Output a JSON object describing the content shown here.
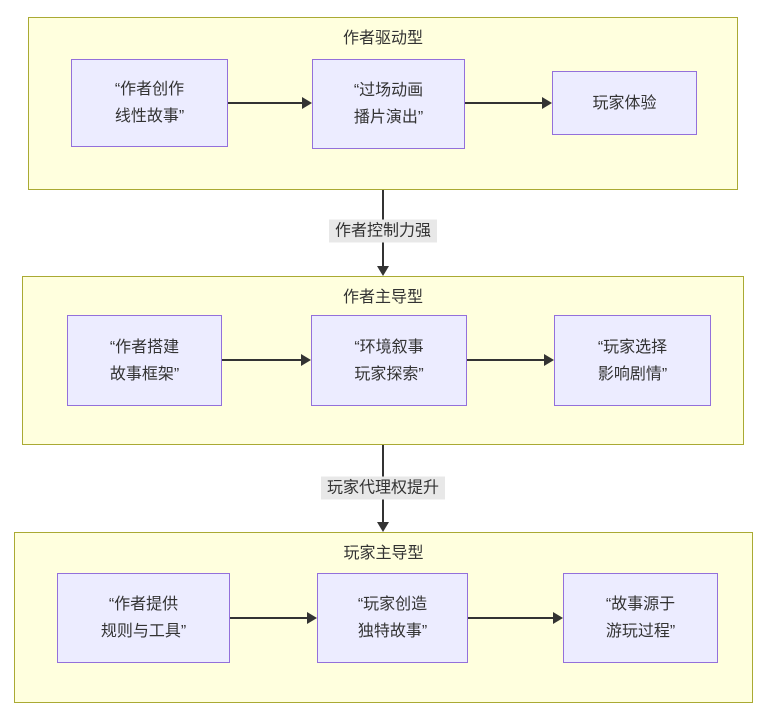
{
  "diagram": {
    "type": "flowchart-with-subgraphs",
    "colors": {
      "cluster_fill": "#ffffde",
      "cluster_border": "#aaaa33",
      "node_fill": "#ECECFF",
      "node_border": "#9370DB",
      "edge_label_bg": "#e8e8e8",
      "line": "#333333",
      "text": "#333333"
    },
    "sections": [
      {
        "title": "作者驱动型",
        "nodes": [
          {
            "lines": [
              "“作者创作",
              "线性故事”"
            ]
          },
          {
            "lines": [
              "“过场动画",
              "播片演出”"
            ]
          },
          {
            "lines": [
              "玩家体验"
            ]
          }
        ]
      },
      {
        "title": "作者主导型",
        "nodes": [
          {
            "lines": [
              "“作者搭建",
              "故事框架”"
            ]
          },
          {
            "lines": [
              "“环境叙事",
              "玩家探索”"
            ]
          },
          {
            "lines": [
              "“玩家选择",
              "影响剧情”"
            ]
          }
        ]
      },
      {
        "title": "玩家主导型",
        "nodes": [
          {
            "lines": [
              "“作者提供",
              "规则与工具”"
            ]
          },
          {
            "lines": [
              "“玩家创造",
              "独特故事”"
            ]
          },
          {
            "lines": [
              "“故事源于",
              "游玩过程”"
            ]
          }
        ]
      }
    ],
    "edge_labels": [
      "作者控制力强",
      "玩家代理权提升"
    ],
    "edges": [
      {
        "from": "作者创作线性故事",
        "to": "过场动画播片演出"
      },
      {
        "from": "过场动画播片演出",
        "to": "玩家体验"
      },
      {
        "from": "作者驱动型",
        "to": "作者主导型",
        "label": "作者控制力强"
      },
      {
        "from": "作者搭建故事框架",
        "to": "环境叙事玩家探索"
      },
      {
        "from": "环境叙事玩家探索",
        "to": "玩家选择影响剧情"
      },
      {
        "from": "作者主导型",
        "to": "玩家主导型",
        "label": "玩家代理权提升"
      },
      {
        "from": "作者提供规则与工具",
        "to": "玩家创造独特故事"
      },
      {
        "from": "玩家创造独特故事",
        "to": "故事源于游玩过程"
      }
    ]
  }
}
